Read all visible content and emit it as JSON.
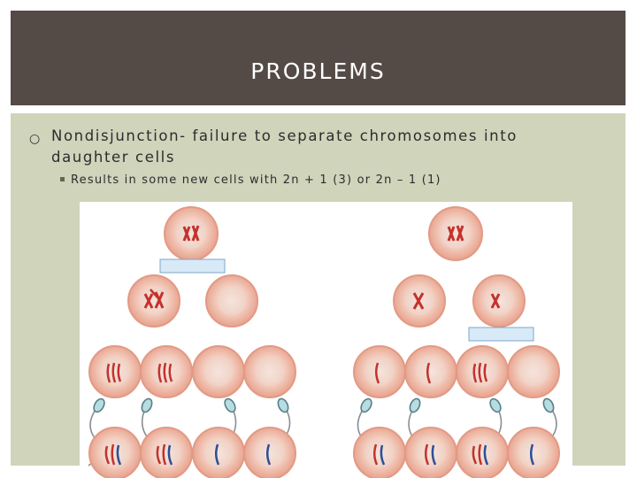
{
  "slide": {
    "title": "PROBLEMS",
    "bullet_1": "Nondisjunction- failure to separate chromosomes into daughter cells",
    "bullet_2": "Results in some new cells with 2n + 1 (3) or 2n – 1 (1)"
  },
  "icons": {
    "bullet_1": "hollow-circle-bullet",
    "bullet_2": "square-bullet"
  },
  "colors": {
    "header_bg": "#544a46",
    "content_bg": "#cfd4bb",
    "cell_fill": "#f3c4b4",
    "cell_ring": "#e6a08c",
    "chromosome_red": "#c4322c",
    "chromosome_blue": "#2c4f97",
    "label_box": "#d8e9f8"
  }
}
